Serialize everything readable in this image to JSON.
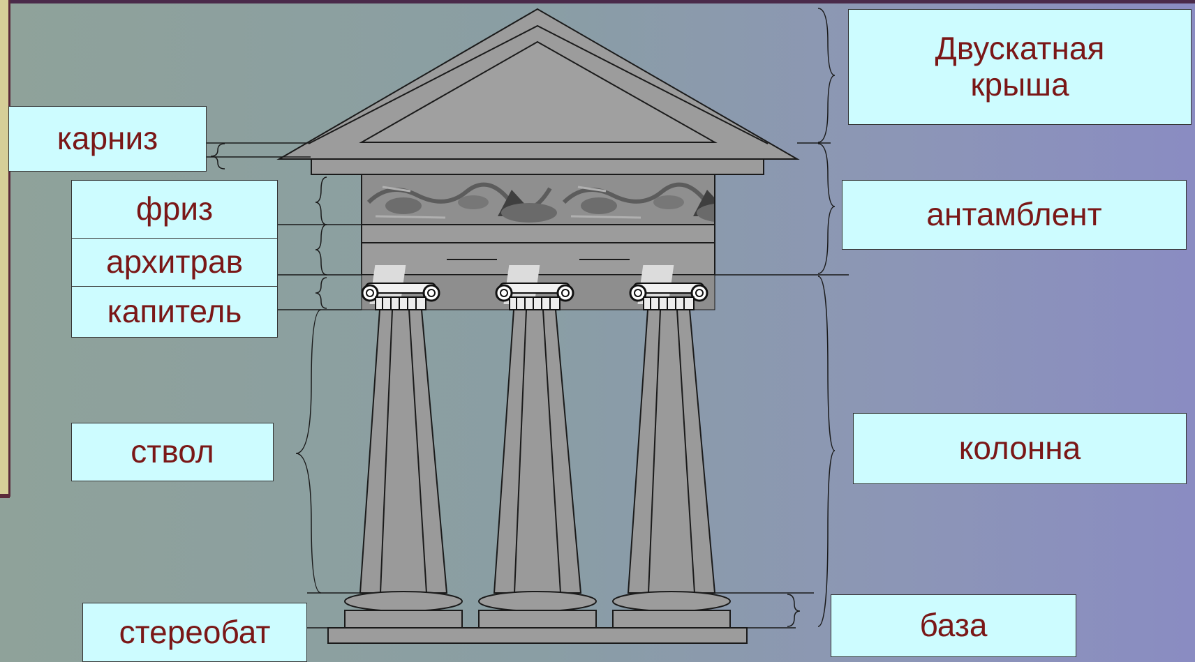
{
  "labels": {
    "roof": "Двускатная\nкрыша",
    "cornice": "карниз",
    "entablature": "антамблент",
    "frieze": "фриз",
    "architrave": "архитрав",
    "capital": "капитель",
    "shaft": "ствол",
    "column": "колонна",
    "stereobate": "стереобат",
    "base": "база"
  },
  "colors": {
    "label_fill": "#cdfcff",
    "label_text": "#7a1717",
    "stone": "#9a9a9a",
    "line": "#1a1a1a"
  },
  "icons": [
    "ionic-capital-icon",
    "frieze-relief"
  ]
}
